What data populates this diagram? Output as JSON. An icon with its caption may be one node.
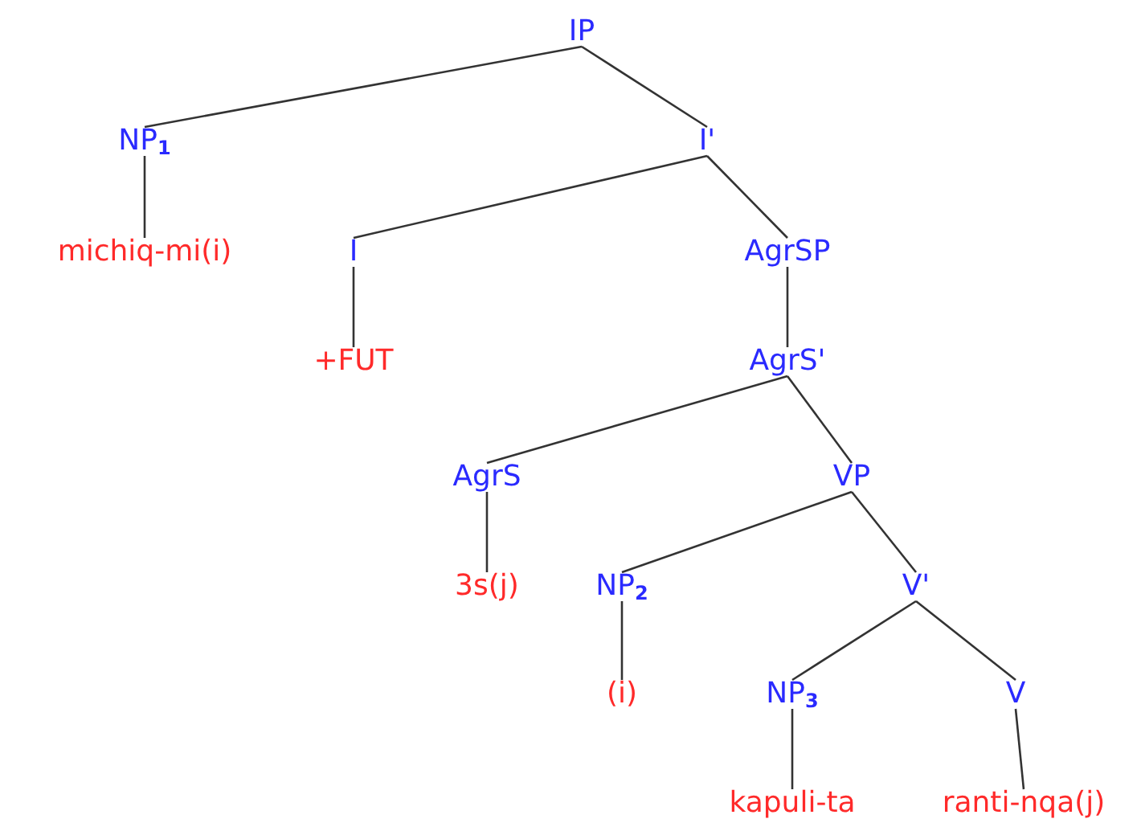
{
  "diagram": {
    "nodes": [
      {
        "text": [
          "IP"
        ]
      },
      {
        "text": [
          "NP$_{1}$"
        ]
      },
      {
        "text": [
          "I'"
        ]
      },
      {
        "text": [
          "michiq-mi(i)"
        ]
      },
      {
        "text": [
          "I"
        ]
      },
      {
        "text": [
          "AgrSP"
        ]
      },
      {
        "text": [
          "+FUT"
        ]
      },
      {
        "text": [
          "AgrS'"
        ]
      },
      {
        "text": [
          "AgrS"
        ]
      },
      {
        "text": [
          "VP"
        ]
      },
      {
        "text": [
          "3s(j)"
        ]
      },
      {
        "text": [
          "NP$_{2}$"
        ]
      },
      {
        "text": [
          "V'"
        ]
      },
      {
        "text": [
          "(i)"
        ]
      },
      {
        "text": [
          "NP$_{3}$"
        ]
      },
      {
        "text": [
          "V"
        ]
      },
      {
        "text": [
          "kapuli-ta"
        ]
      },
      {
        "text": [
          "ranti-nqa(j)"
        ]
      }
    ],
    "edges": [
      {
        "from": 0,
        "to": 1,
        "arrow": "none"
      },
      {
        "from": 0,
        "to": 2,
        "arrow": "none"
      },
      {
        "from": 1,
        "to": 3,
        "arrow": "none"
      },
      {
        "from": 2,
        "to": 4,
        "arrow": "none"
      },
      {
        "from": 2,
        "to": 5,
        "arrow": "none"
      },
      {
        "from": 4,
        "to": 6,
        "arrow": "none"
      },
      {
        "from": 5,
        "to": 7,
        "arrow": "none"
      },
      {
        "from": 7,
        "to": 8,
        "arrow": "none"
      },
      {
        "from": 7,
        "to": 9,
        "arrow": "none"
      },
      {
        "from": 8,
        "to": 10,
        "arrow": "none"
      },
      {
        "from": 9,
        "to": 11,
        "arrow": "none"
      },
      {
        "from": 9,
        "to": 12,
        "arrow": "none"
      },
      {
        "from": 11,
        "to": 13,
        "arrow": "none"
      },
      {
        "from": 12,
        "to": 14,
        "arrow": "none"
      },
      {
        "from": 12,
        "to": 15,
        "arrow": "none"
      },
      {
        "from": 14,
        "to": 16,
        "arrow": "none"
      },
      {
        "from": 15,
        "to": 17,
        "arrow": "none"
      }
    ]
  }
}
